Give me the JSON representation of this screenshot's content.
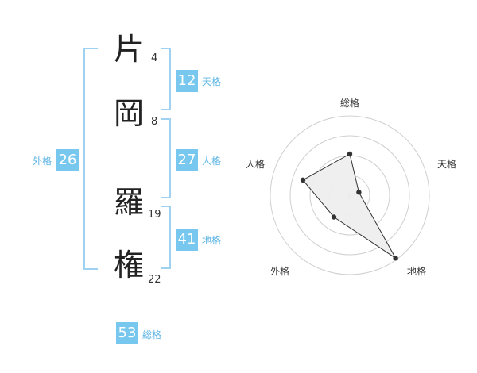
{
  "name_chars": [
    {
      "char": "片",
      "strokes": "4"
    },
    {
      "char": "岡",
      "strokes": "8"
    },
    {
      "char": "羅",
      "strokes": "19"
    },
    {
      "char": "権",
      "strokes": "22"
    }
  ],
  "fortunes": {
    "tenkaku": {
      "label": "天格",
      "value": "12"
    },
    "jinkaku": {
      "label": "人格",
      "value": "27"
    },
    "chikaku": {
      "label": "地格",
      "value": "41"
    },
    "gaikaku": {
      "label": "外格",
      "value": "26"
    },
    "soukaku": {
      "label": "総格",
      "value": "53"
    }
  },
  "colors": {
    "badge": "#77c7ee",
    "bracket": "#9fd2f1",
    "label": "#5eb5e5",
    "kanji": "#222222",
    "radar_grid": "#cfcfcf",
    "radar_fill": "#eeeeee",
    "radar_line": "#333333"
  },
  "chart_data": {
    "type": "radar",
    "axes": [
      "総格",
      "天格",
      "地格",
      "外格",
      "人格"
    ],
    "values": [
      0.52,
      0.12,
      0.98,
      0.34,
      0.62
    ],
    "rings": 4,
    "range": [
      0,
      1
    ]
  }
}
